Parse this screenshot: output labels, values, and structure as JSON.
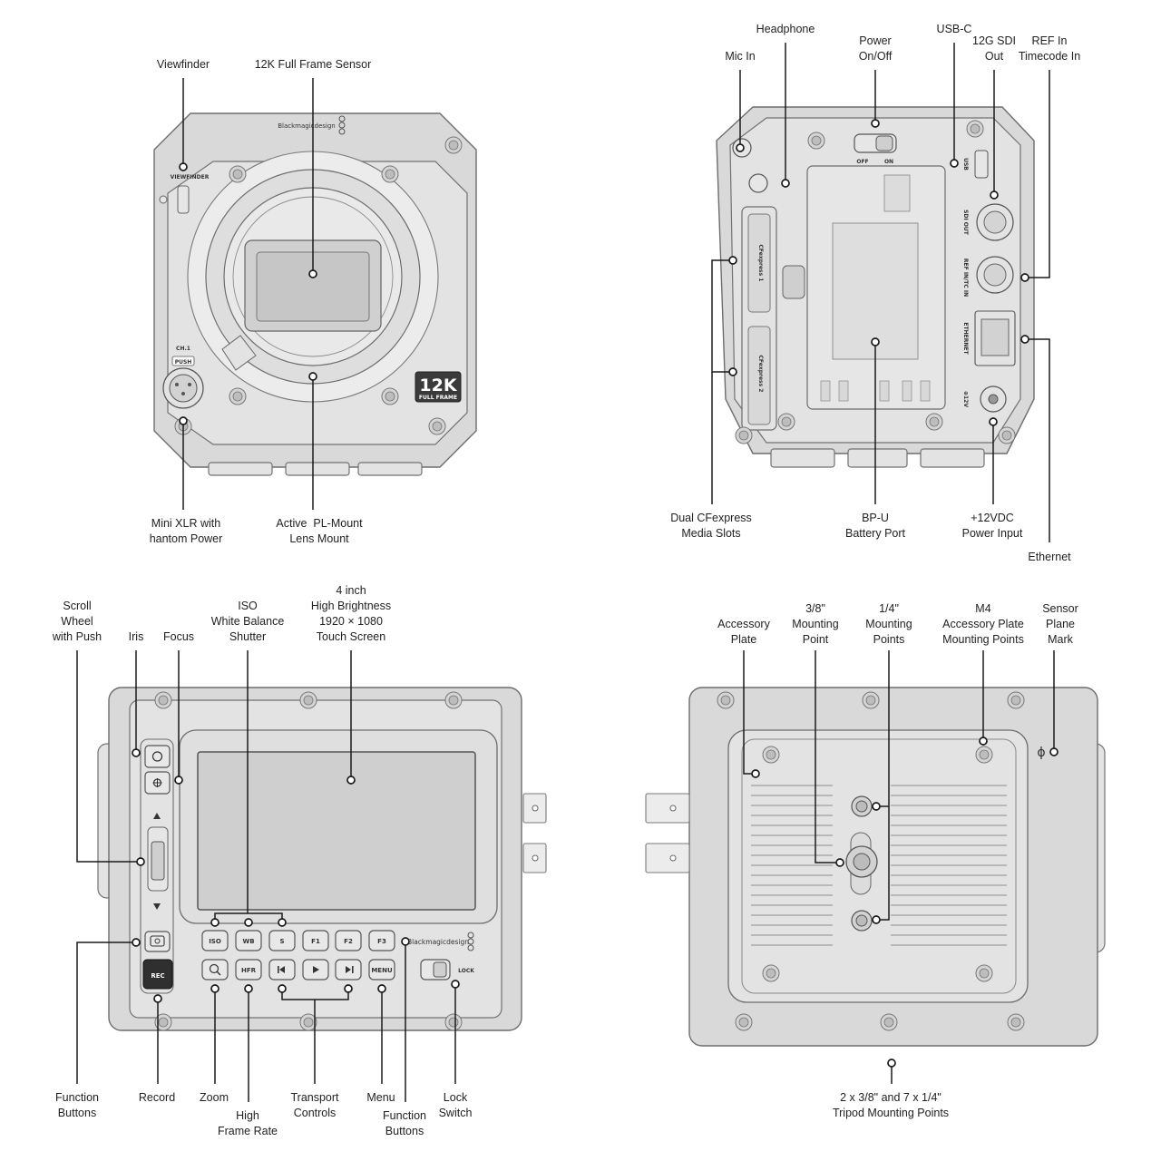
{
  "front_view": {
    "labels": {
      "viewfinder": "Viewfinder",
      "sensor": "12K Full Frame Sensor",
      "mini_xlr": "Mini XLR with\nhantom Power",
      "lens_mount": "Active  PL-Mount\nLens Mount"
    },
    "printed": {
      "brand": "Blackmagicdesign",
      "viewfinder": "VIEWFINDER",
      "ch1": "CH.1",
      "push": "PUSH",
      "badge_big": "12K",
      "badge_small": "FULL FRAME"
    }
  },
  "rear_view": {
    "labels": {
      "headphone": "Headphone",
      "power": "Power\nOn/Off",
      "usb_c": "USB-C",
      "mic_in": "Mic In",
      "sdi_out": "12G SDI\nOut",
      "ref_in": "REF In\nTimecode In",
      "media_slots": "Dual CFexpress\nMedia Slots",
      "battery_port": "BP-U\nBattery Port",
      "power_input": "+12VDC\nPower Input",
      "ethernet": "Ethernet"
    },
    "printed": {
      "off": "OFF",
      "on": "ON",
      "usb": "USB",
      "sdi_out": "SDI OUT",
      "ref_in": "REF IN/TC IN",
      "ethernet": "ETHERNET",
      "dc12": "⊕12V",
      "cfexpress1": "CFexpress 1",
      "cfexpress2": "CFexpress 2"
    }
  },
  "side_view": {
    "labels": {
      "scroll_wheel": "Scroll\nWheel\nwith Push",
      "iris": "Iris",
      "focus": "Focus",
      "iso_wb_shutter": "ISO\nWhite Balance\nShutter",
      "screen": "4 inch\nHigh Brightness\n1920 × 1080\nTouch Screen",
      "function_buttons_left": "Function\nButtons",
      "record": "Record",
      "zoom": "Zoom",
      "high_frame_rate": "High\nFrame Rate",
      "transport": "Transport\nControls",
      "menu": "Menu",
      "function_buttons_right": "Function\nButtons",
      "lock_switch": "Lock\nSwitch"
    },
    "buttons": {
      "iso": "ISO",
      "wb": "WB",
      "s": "S",
      "f1": "F1",
      "f2": "F2",
      "f3": "F3",
      "hfr": "HFR",
      "menu": "MENU",
      "rec": "REC",
      "lock": "LOCK",
      "brand": "Blackmagicdesign"
    }
  },
  "bottom_view": {
    "labels": {
      "accessory_plate": "Accessory\nPlate",
      "mount_38": "3/8\"\nMounting\nPoint",
      "mount_14": "1/4\"\nMounting\nPoints",
      "m4_points": "M4\nAccessory Plate\nMounting Points",
      "sensor_plane": "Sensor\nPlane\nMark",
      "tripod_points": "2 x 3/8\" and 7 x 1/4\"\nTripod Mounting Points"
    },
    "printed": {
      "plane_mark": "ϕ"
    }
  }
}
